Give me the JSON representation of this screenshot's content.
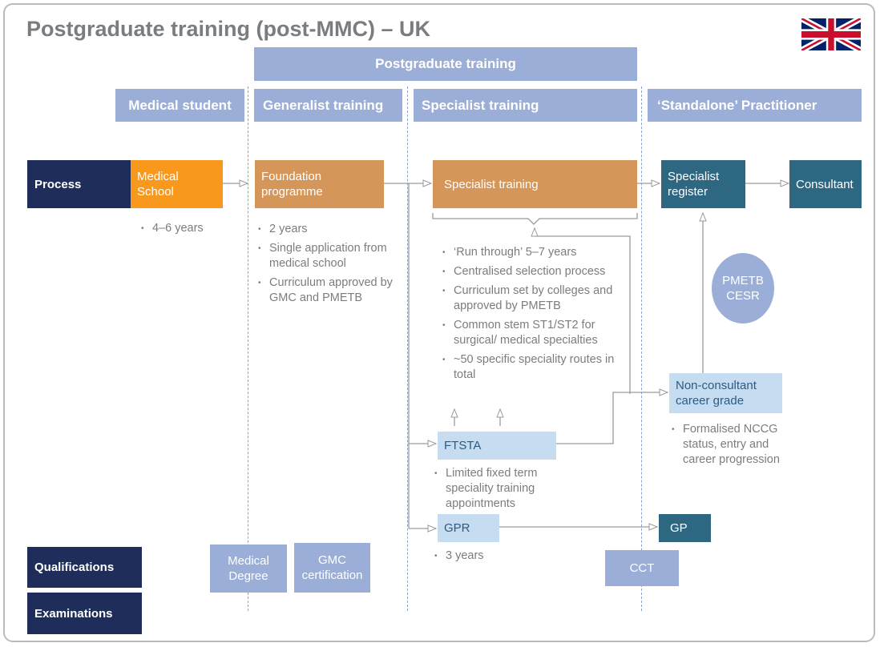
{
  "title": "Postgraduate training (post-MMC) – UK",
  "flag_icon": "uk-flag-icon",
  "top_header": "Postgraduate training",
  "column_headers": [
    "Medical student",
    "Generalist training",
    "Specialist training",
    "‘Standalone’ Practitioner"
  ],
  "row_labels": {
    "process": "Process",
    "qualifications": "Qualifications",
    "examinations": "Examinations"
  },
  "nodes": {
    "medical_school": [
      "Medical",
      "School"
    ],
    "foundation": [
      "Foundation",
      "programme"
    ],
    "specialist_training": "Specialist training",
    "specialist_register": [
      "Specialist",
      "register"
    ],
    "consultant": "Consultant",
    "non_consultant": [
      "Non-consultant",
      "career grade"
    ],
    "ftsta": "FTSTA",
    "gpr": "GPR",
    "gp": "GP",
    "pmetb_cesr": [
      "PMETB",
      "CESR"
    ]
  },
  "qualifications": {
    "medical_degree": [
      "Medical",
      "Degree"
    ],
    "gmc_cert": [
      "GMC",
      "certification"
    ],
    "cct": "CCT"
  },
  "notes": {
    "medical_school": [
      "4–6 years"
    ],
    "foundation": [
      "2 years",
      "Single application from medical school",
      "Curriculum approved by GMC and PMETB"
    ],
    "specialist": [
      "‘Run through’ 5–7 years",
      "Centralised selection process",
      "Curriculum set by colleges and approved by PMETB",
      "Common stem ST1/ST2 for surgical/ medical specialties",
      "~50 specific speciality routes in total"
    ],
    "non_consultant": [
      "Formalised NCCG status, entry and career progression"
    ],
    "ftsta": [
      "Limited fixed term speciality training appointments"
    ],
    "gpr": [
      "3 years"
    ]
  },
  "colors": {
    "header": "#9aaed8",
    "row_label": "#1e2d5a",
    "orange": "#f8991d",
    "tan": "#d5965a",
    "teal": "#2e6782",
    "light_blue": "#c6dcf0",
    "text_grey": "#7a7d80"
  }
}
